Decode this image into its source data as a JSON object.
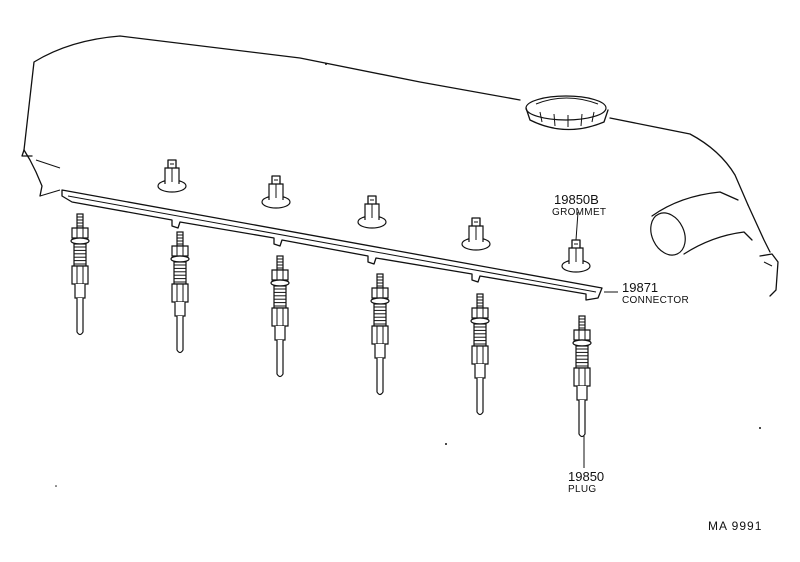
{
  "callouts": {
    "grommet": {
      "part_no": "19850B",
      "name": "GROMMET"
    },
    "connector": {
      "part_no": "19871",
      "name": "CONNECTOR"
    },
    "plug": {
      "part_no": "19850",
      "name": "PLUG"
    }
  },
  "diagram_code": "MA  9991"
}
